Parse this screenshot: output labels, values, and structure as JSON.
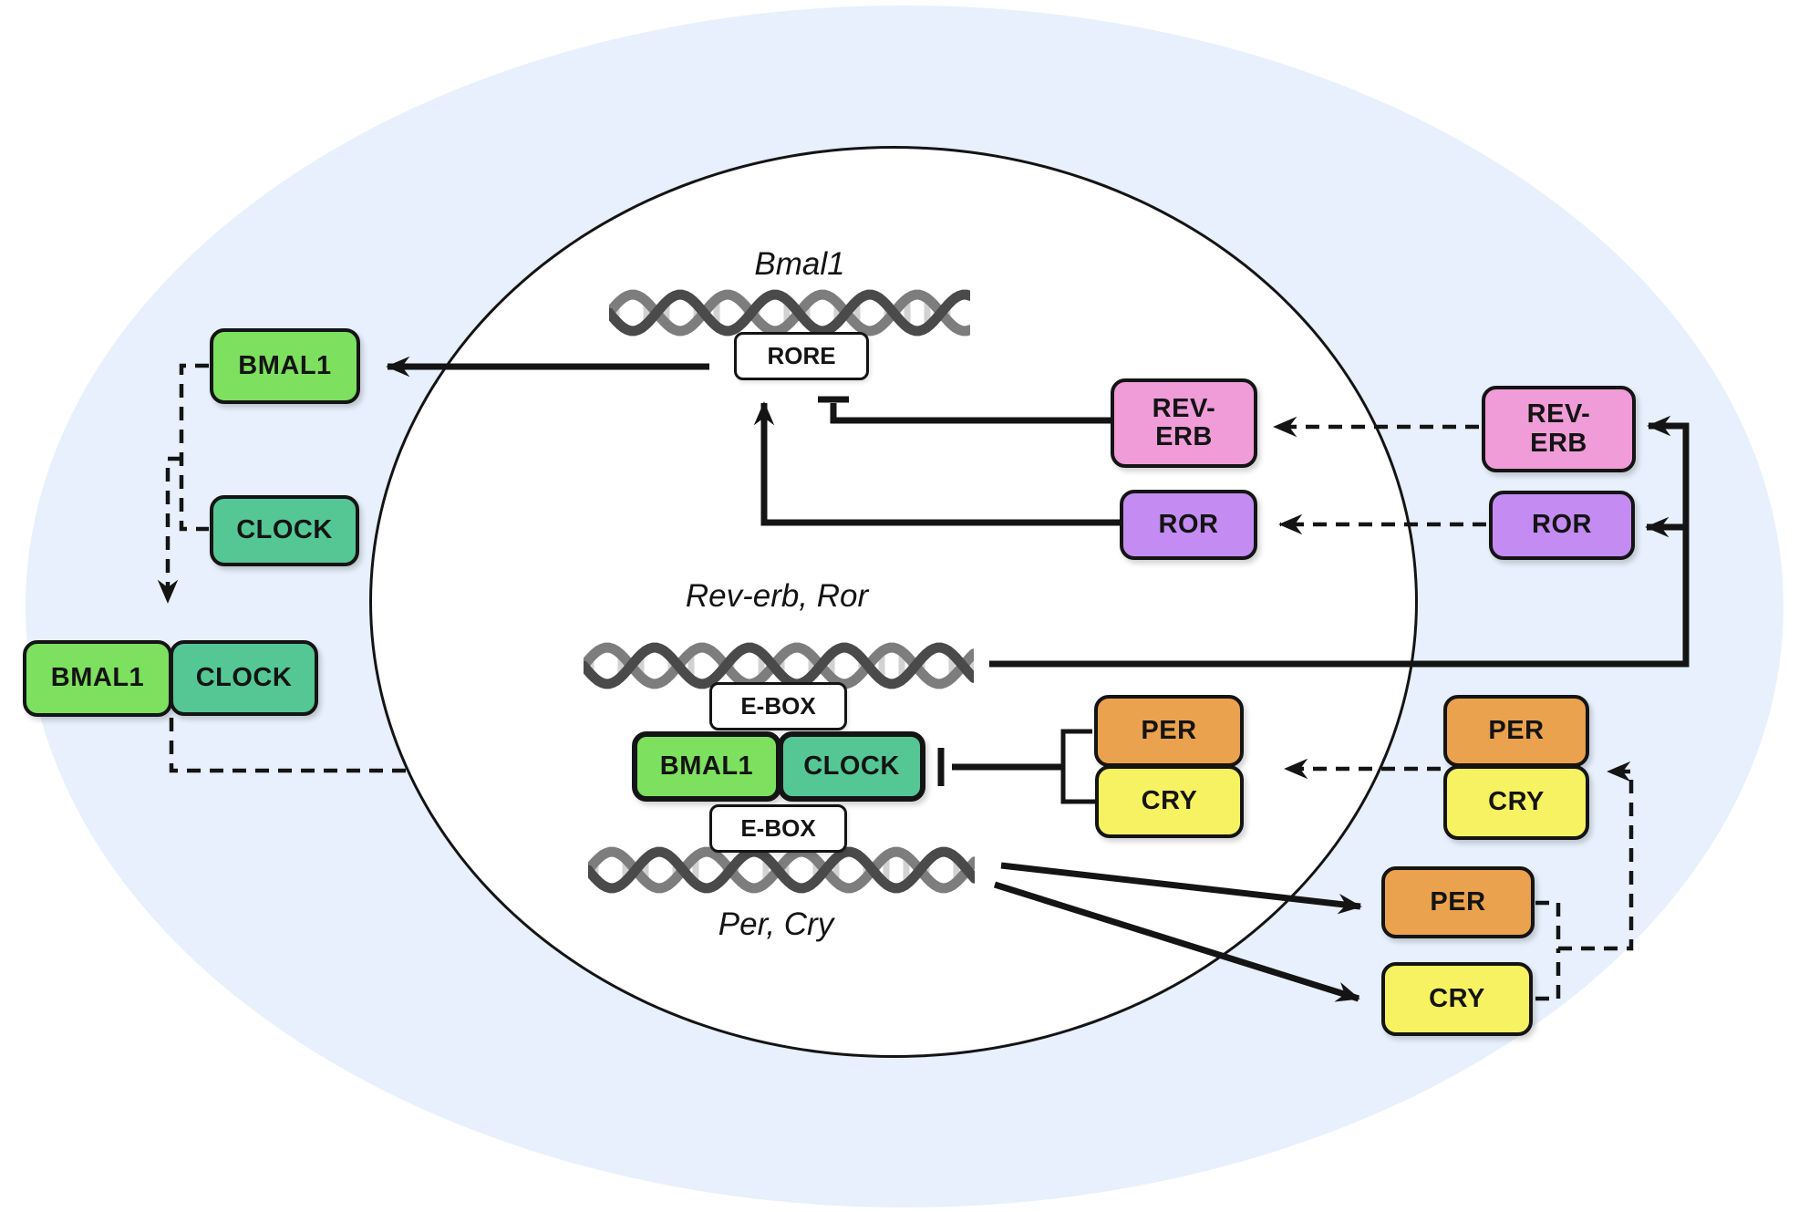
{
  "palette": {
    "cell_bg": "#e7f0fc",
    "nucleus_bg": "#ffffff",
    "line_color": "#141414",
    "bmal1_green": "#7de05e",
    "clock_teal": "#55c795",
    "rev_erb_pink": "#f09cd8",
    "ror_purple": "#c48cf2",
    "per_orange": "#eaa24e",
    "cry_yellow": "#f7f262",
    "dna_dark": "#4a4a4a",
    "dna_mid": "#7d7d7d",
    "dna_rung": "#d2d2d2"
  },
  "genes": {
    "bmal1": "Bmal1",
    "rev_erb_ror": "Rev-erb, Ror",
    "per_cry": "Per, Cry"
  },
  "proteins": {
    "bmal1": "BMAL1",
    "clock": "CLOCK",
    "rev_erb_line1": "REV-",
    "rev_erb_line2": "ERB",
    "ror": "ROR",
    "per": "PER",
    "cry": "CRY"
  },
  "dna_elements": {
    "rore": "RORE",
    "ebox": "E-BOX"
  }
}
